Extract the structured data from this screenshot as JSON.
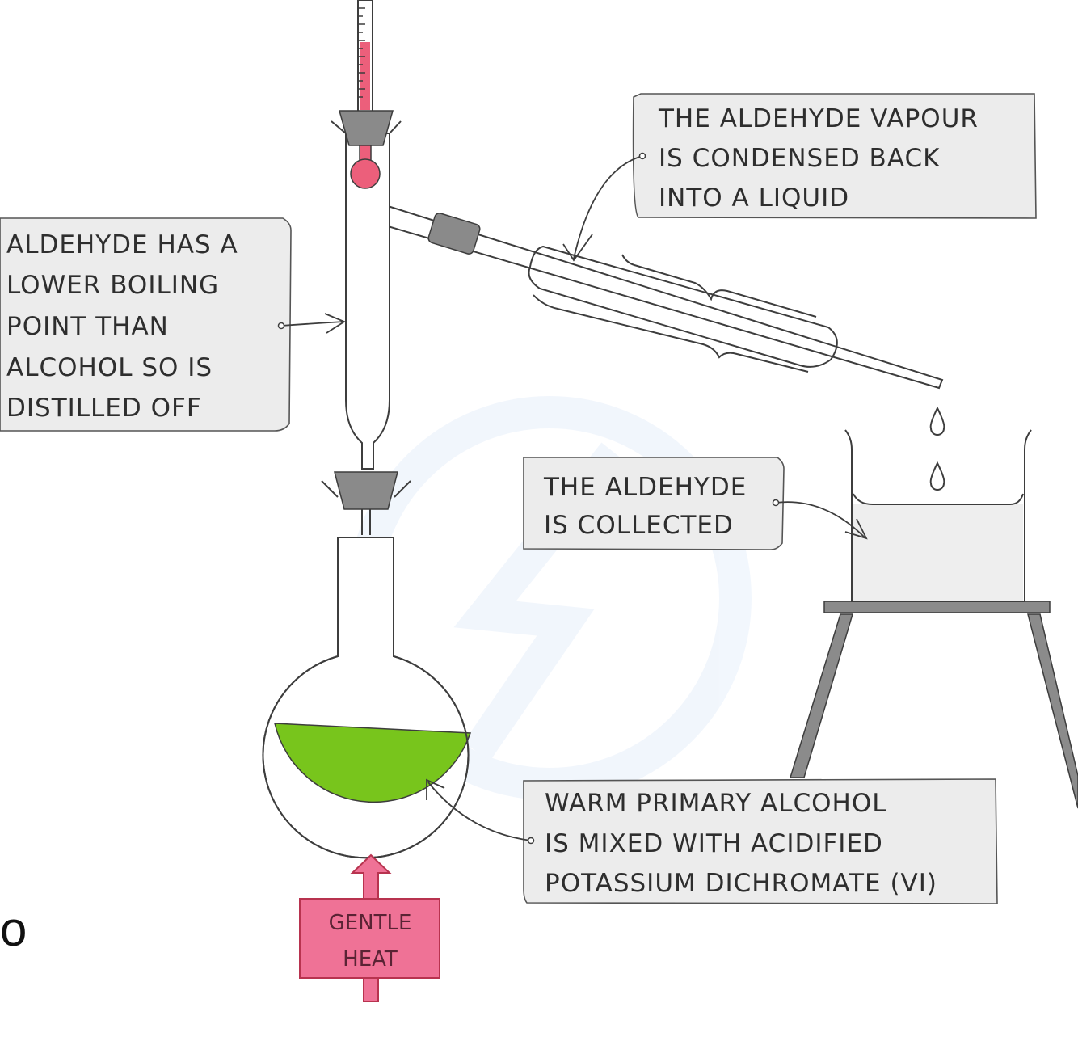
{
  "labels": {
    "vapour": [
      "THE  ALDEHYDE  VAPOUR",
      "IS  CONDENSED  BACK",
      "INTO  A  LIQUID"
    ],
    "boiling": [
      "ALDEHYDE  HAS  A",
      "LOWER  BOILING",
      "POINT  THAN",
      "ALCOHOL  SO  IS",
      "DISTILLED  OFF"
    ],
    "collected": [
      "THE  ALDEHYDE",
      "IS  COLLECTED"
    ],
    "mixture": [
      "WARM  PRIMARY  ALCOHOL",
      "IS  MIXED  WITH  ACIDIFIED",
      "POTASSIUM  DICHROMATE  (VI)"
    ],
    "heat": [
      "GENTLE",
      "HEAT"
    ]
  },
  "edge_fragment": "o",
  "colors": {
    "liquid": "#78c51c",
    "thermometer": "#ec5f7b",
    "heat_fill": "#ef7296",
    "heat_stroke": "#b8334f",
    "label_fill": "#ececec",
    "stand": "#8b8b8b",
    "bung": "#8a8a8a"
  }
}
